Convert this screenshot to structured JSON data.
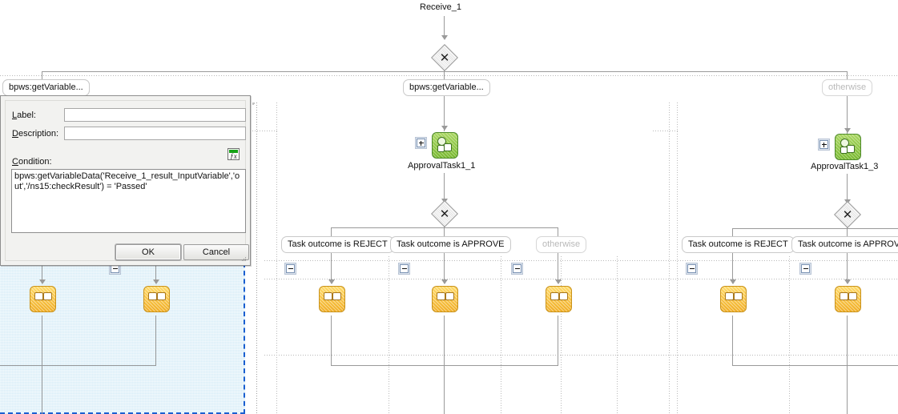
{
  "diagram": {
    "title_node": "Receive_1",
    "gateways": [
      {
        "name": "root-switch",
        "glyph": "✕"
      },
      {
        "name": "branch2-switch",
        "glyph": "✕"
      },
      {
        "name": "branch3-switch",
        "glyph": "✕"
      }
    ],
    "branch_conditions": [
      {
        "label": "bpws:getVariable...",
        "state": "normal"
      },
      {
        "label": "bpws:getVariable...",
        "state": "normal"
      },
      {
        "label": "otherwise",
        "state": "faded"
      }
    ],
    "human_tasks": [
      {
        "label": "ApprovalTask1_1",
        "icon": "human-task-icon"
      },
      {
        "label": "ApprovalTask1_3",
        "icon": "human-task-icon"
      }
    ],
    "outcome_conditions": [
      {
        "label": "Task outcome is REJECT",
        "state": "normal"
      },
      {
        "label": "Task outcome is APPROVE",
        "state": "normal"
      },
      {
        "label": "otherwise",
        "state": "faded"
      },
      {
        "label": "Task outcome is REJECT",
        "state": "normal"
      },
      {
        "label": "Task outcome is APPROVE",
        "state": "normal"
      }
    ],
    "assign_icon_name": "assign-activity-icon",
    "expand_glyph": "+",
    "collapse_glyph": "−",
    "colors": {
      "selection_fill": "#d6ecf7",
      "selection_border": "#1a5fd0",
      "human_task_green": "#8cc63f",
      "assign_yellow": "#f0ad23",
      "connector_gray": "#9a9a9a"
    }
  },
  "dialog": {
    "tab_label": "bpws:getVariable...",
    "fields": {
      "label": {
        "caption": "Label:",
        "mnemonic": "L",
        "value": "",
        "placeholder": ""
      },
      "description": {
        "caption": "Description:",
        "mnemonic": "D",
        "value": "",
        "placeholder": ""
      },
      "condition": {
        "caption": "Condition:",
        "mnemonic": "C",
        "value": "bpws:getVariableData('Receive_1_result_InputVariable','out','/ns15:checkResult') = 'Passed'"
      }
    },
    "expression_builder_icon": "fx-expression-builder-icon",
    "expression_builder_fx": "ƒx",
    "buttons": {
      "ok": "OK",
      "cancel": "Cancel"
    }
  }
}
